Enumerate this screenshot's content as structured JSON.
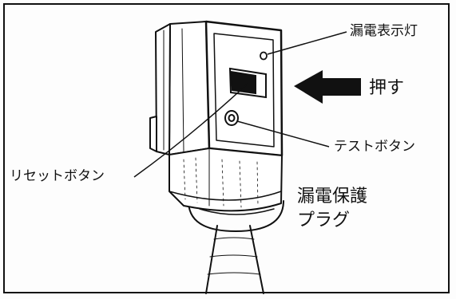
{
  "labels": {
    "leak_indicator_lamp": "漏電表示灯",
    "push": "押す",
    "test_button": "テストボタン",
    "reset_button": "リセットボタン",
    "product_name_line1": "漏電保護",
    "product_name_line2": "プラグ"
  },
  "colors": {
    "ink": "#111111",
    "background": "#ffffff"
  }
}
